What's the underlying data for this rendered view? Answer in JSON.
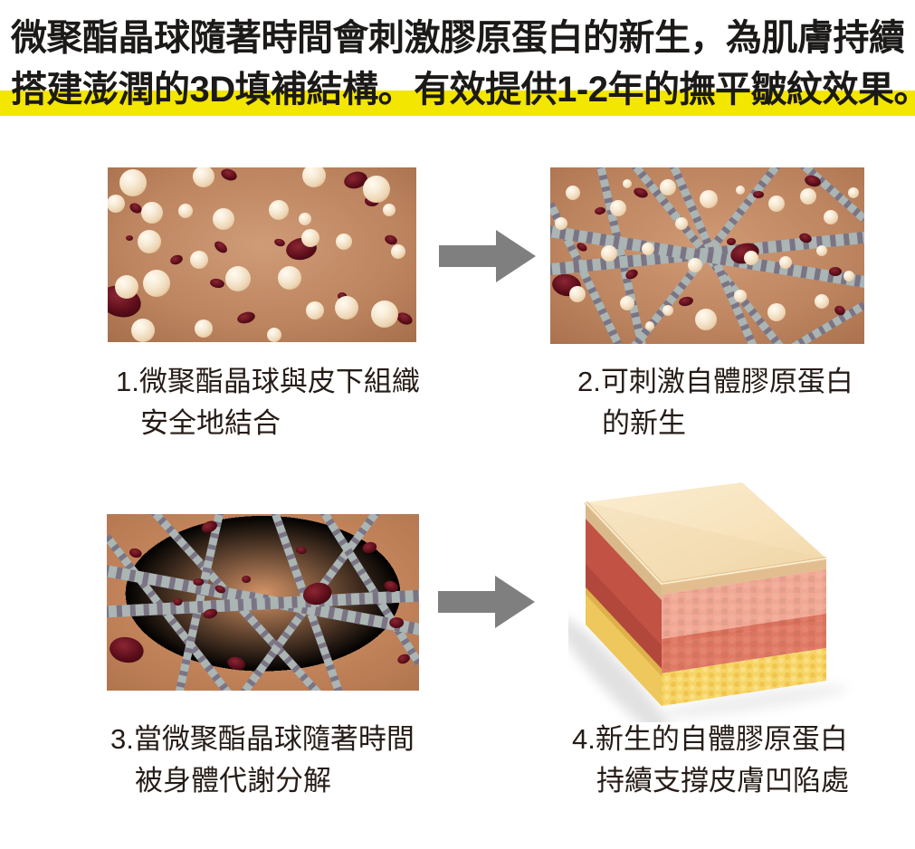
{
  "header": {
    "line1": "微聚酯晶球隨著時間會刺激膠原蛋白的新生，為肌膚持續",
    "line2": "搭建澎潤的3D填補結構。有效提供1-2年的撫平皺紋效果。"
  },
  "colors": {
    "highlight_bar": "#F3E600",
    "headline_text": "#1C1A18",
    "caption_text": "#261C17",
    "arrow": "#7F7F7F",
    "tissue_background": "#C08B66",
    "microsphere": "#F8ECD9",
    "blood_cell": "#5E0F1C",
    "collagen_fiber_light": "#AAB5B4",
    "collagen_fiber_dark": "#7B7484",
    "skin_epidermis_top": "#F8E6C2",
    "skin_dermis_pink": "#F0A894",
    "skin_dermis_red": "#E07A64",
    "skin_fat_yellow": "#F6D566"
  },
  "steps": [
    {
      "caption_line1": "1.微聚酯晶球與皮下組織",
      "caption_line2": "安全地結合"
    },
    {
      "caption_line1": "2.可刺激自體膠原蛋白",
      "caption_line2": "的新生"
    },
    {
      "caption_line1": "3.當微聚酯晶球隨著時間",
      "caption_line2": "被身體代謝分解"
    },
    {
      "caption_line1": "4.新生的自體膠原蛋白",
      "caption_line2": "持續支撐皮膚凹陷處"
    }
  ]
}
